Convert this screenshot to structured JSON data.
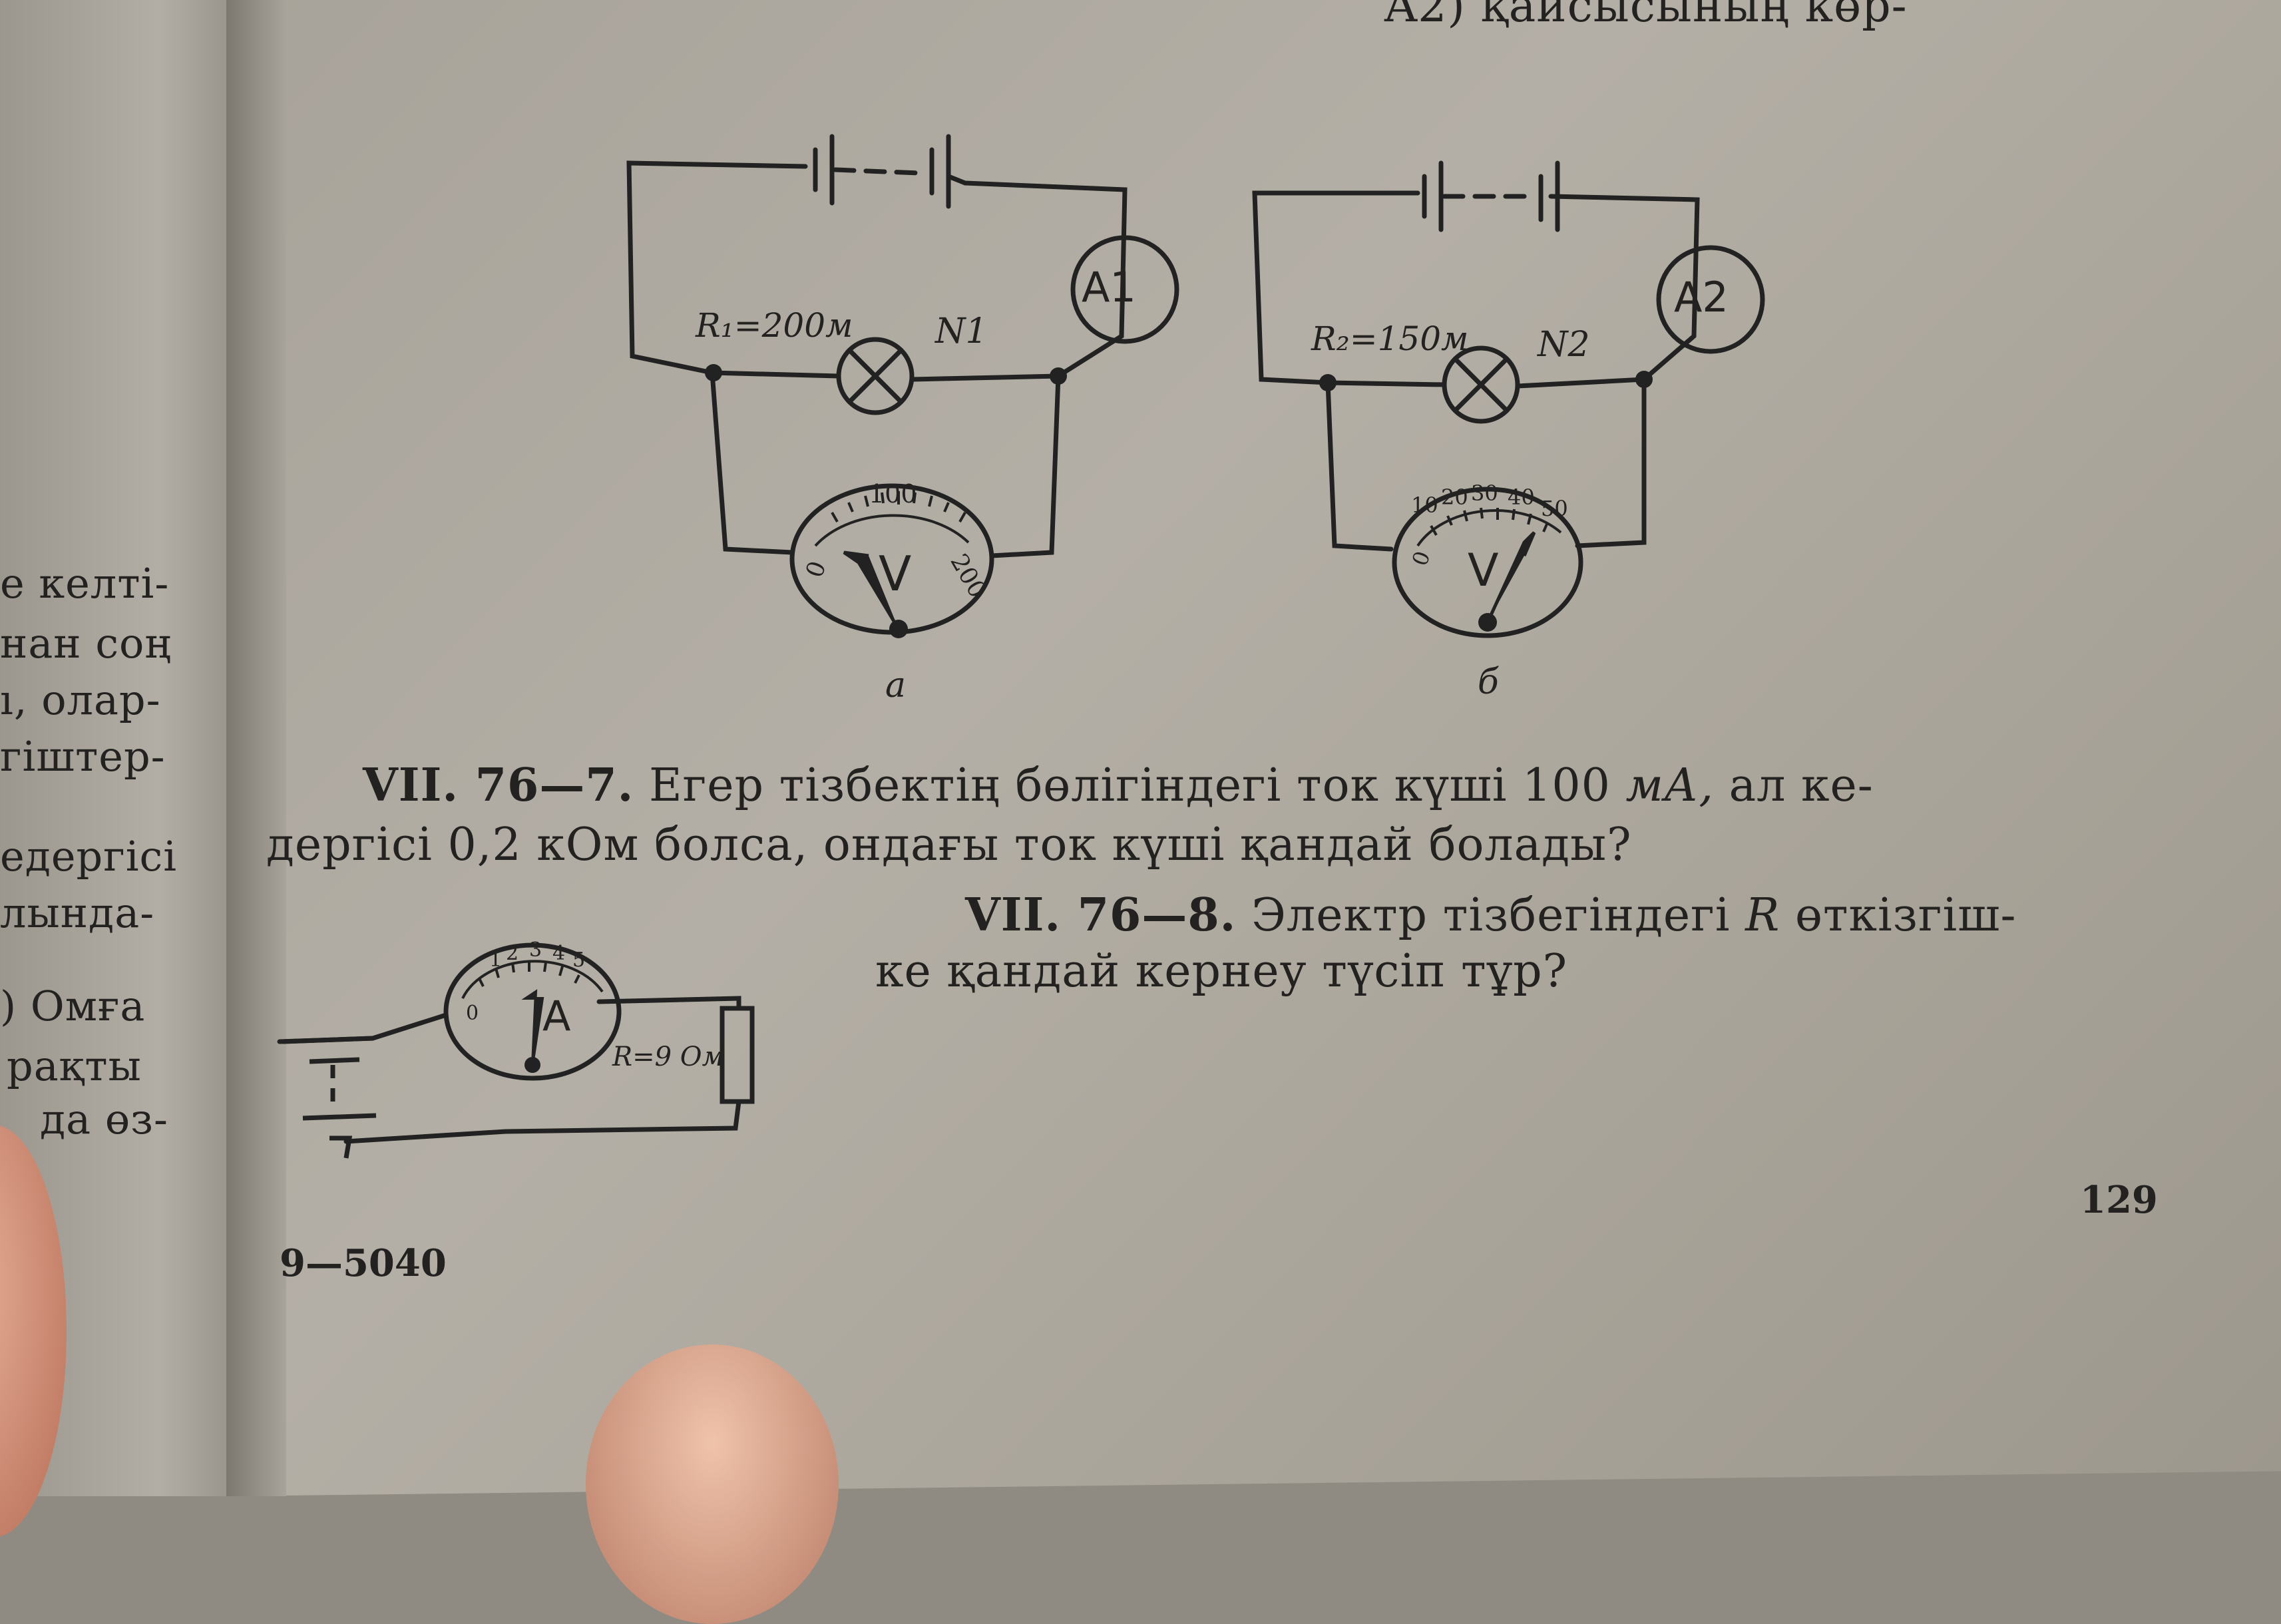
{
  "header": {
    "top_fragment": "A2) қайсысының көр-"
  },
  "left_column": {
    "lines": [
      "е келті-",
      "нан соң",
      "ı, олар-",
      "гіштер-",
      "едергісі",
      "лында-",
      ") Омға",
      "рақты",
      "да өз-"
    ]
  },
  "figure_a": {
    "resistor_label": "R₁=200м",
    "lamp_label": "N1",
    "ammeter_label": "A1",
    "voltmeter_symbol": "V",
    "scale_ticks": [
      "0",
      "100",
      "200"
    ],
    "caption": "а"
  },
  "figure_b": {
    "resistor_label": "R₂=150м",
    "lamp_label": "N2",
    "ammeter_label": "A2",
    "voltmeter_symbol": "V",
    "scale_ticks": [
      "0",
      "10",
      "20",
      "30",
      "40",
      "50"
    ],
    "caption": "б"
  },
  "problem_7": {
    "number": "VII. 76—7.",
    "line1": "Егер тізбектің бөлігіндегі ток күші 100",
    "unit": "мА,",
    "line1_end": "ал ке-",
    "line2": "дергісі 0,2 кОм болса, ондағы ток күші қандай болады?"
  },
  "problem_8": {
    "number": "VII. 76—8.",
    "line1": "Электр тізбегіндегі",
    "var": "R",
    "line1_end": "өткізгіш-",
    "line2": "ке қандай кернеу түсіп тұр?"
  },
  "figure_c": {
    "ammeter_symbol": "A",
    "scale_ticks": [
      "0",
      "1",
      "2",
      "3",
      "4",
      "5"
    ],
    "resistor_label": "R=9 Ом"
  },
  "footer": {
    "page_number": "129",
    "signature": "9—5040"
  }
}
